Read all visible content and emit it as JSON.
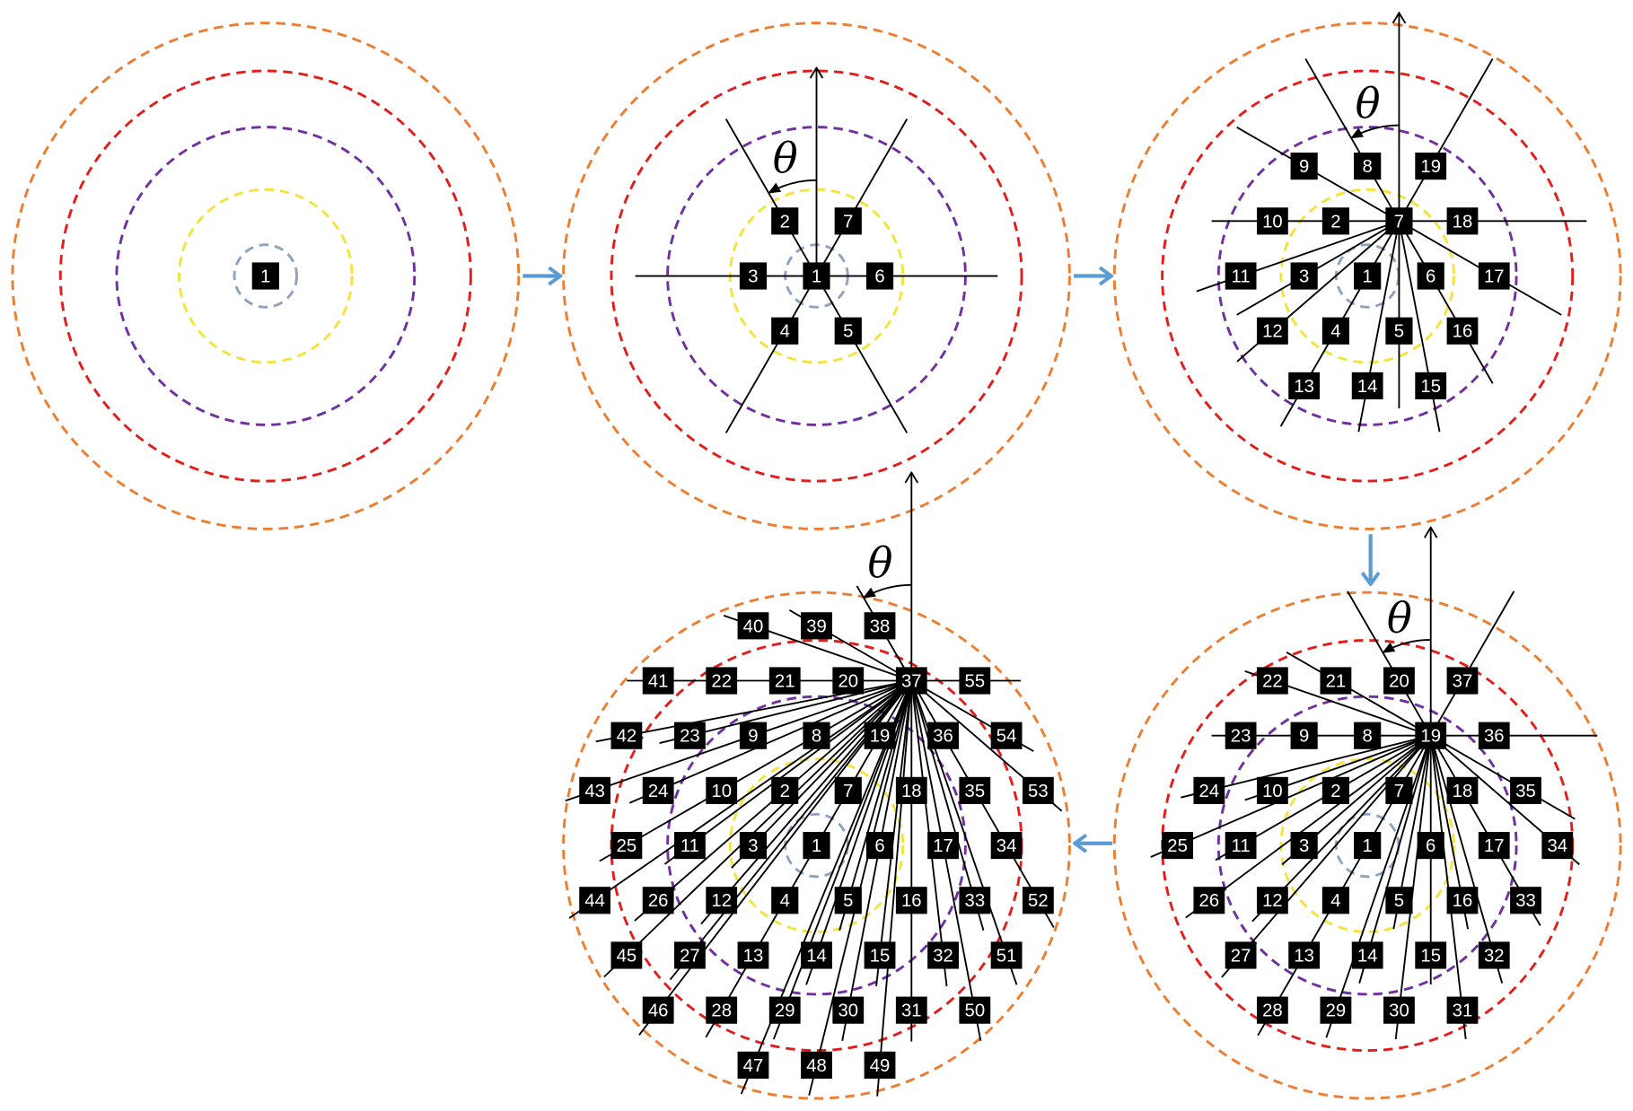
{
  "colors": {
    "rings": [
      "#8fa3c0",
      "#f3e33a",
      "#7030a0",
      "#e41c1c",
      "#ed7d31"
    ],
    "flow_arrow": "#5b9bd5",
    "node_fill": "#000000",
    "node_text": "#ffffff",
    "line": "#000000"
  },
  "panels": [
    {
      "nodes": [
        "1"
      ]
    },
    {
      "nodes": [
        "1",
        "2",
        "3",
        "4",
        "5",
        "6",
        "7"
      ],
      "ray_origin": 1,
      "theta_label": "θ"
    },
    {
      "nodes": [
        "1",
        "2",
        "3",
        "4",
        "5",
        "6",
        "7",
        "8",
        "9",
        "10",
        "11",
        "12",
        "13",
        "14",
        "15",
        "16",
        "17",
        "18",
        "19"
      ],
      "ray_origin": 7,
      "theta_label": "θ"
    },
    {
      "nodes": [
        "1",
        "2",
        "3",
        "4",
        "5",
        "6",
        "7",
        "8",
        "9",
        "10",
        "11",
        "12",
        "13",
        "14",
        "15",
        "16",
        "17",
        "18",
        "19",
        "20",
        "21",
        "22",
        "23",
        "24",
        "25",
        "26",
        "27",
        "28",
        "29",
        "30",
        "31",
        "32",
        "33",
        "34",
        "35",
        "36",
        "37"
      ],
      "ray_origin": 19,
      "theta_label": "θ"
    },
    {
      "nodes": [
        "1",
        "2",
        "3",
        "4",
        "5",
        "6",
        "7",
        "8",
        "9",
        "10",
        "11",
        "12",
        "13",
        "14",
        "15",
        "16",
        "17",
        "18",
        "19",
        "20",
        "21",
        "22",
        "23",
        "24",
        "25",
        "26",
        "27",
        "28",
        "29",
        "30",
        "31",
        "32",
        "33",
        "34",
        "35",
        "36",
        "37",
        "38",
        "39",
        "40",
        "41",
        "42",
        "43",
        "44",
        "45",
        "46",
        "47",
        "48",
        "49",
        "50",
        "51",
        "52",
        "53",
        "54",
        "55"
      ],
      "ray_origin": 37,
      "theta_label": "θ"
    }
  ]
}
